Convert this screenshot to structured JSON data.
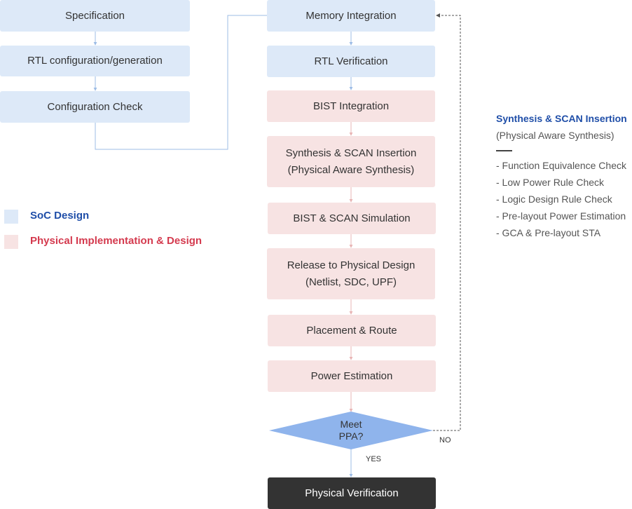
{
  "soc_flow": {
    "specification": "Specification",
    "rtl_config": "RTL configuration/generation",
    "config_check": "Configuration Check"
  },
  "main_flow": {
    "memory_integration": "Memory Integration",
    "rtl_verification": "RTL Verification",
    "bist_integration": "BIST Integration",
    "synthesis_line1": "Synthesis & SCAN Insertion",
    "synthesis_line2": "(Physical Aware Synthesis)",
    "bist_scan_sim": "BIST & SCAN Simulation",
    "release_line1": "Release to Physical Design",
    "release_line2": "(Netlist, SDC, UPF)",
    "placement_route": "Placement & Route",
    "power_estimation": "Power Estimation",
    "decision_line1": "Meet",
    "decision_line2": "PPA?",
    "no_label": "NO",
    "yes_label": "YES",
    "physical_verification": "Physical Verification"
  },
  "legend": {
    "soc": "SoC Design",
    "physical": "Physical Implementation & Design"
  },
  "side_note": {
    "title": "Synthesis & SCAN Insertion",
    "subtitle": "(Physical Aware Synthesis)",
    "items": [
      "- Function Equivalence Check",
      "- Low Power Rule Check",
      "- Logic Design Rule Check",
      "- Pre-layout Power Estimation",
      "- GCA & Pre-layout STA"
    ]
  },
  "colors": {
    "soc_box": "#dde9f8",
    "physical_box": "#f7e3e3",
    "soc_text": "#1f4ea8",
    "physical_text": "#d43a4e",
    "decision": "#8fb4ec",
    "final_box": "#333333"
  }
}
